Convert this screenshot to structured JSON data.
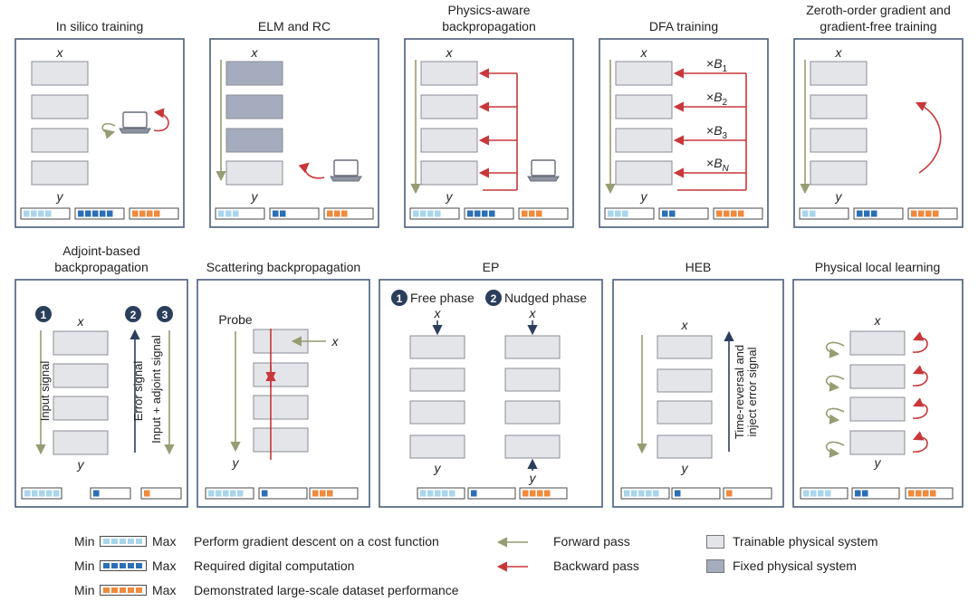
{
  "colors": {
    "panel_border": "#4a5d7a",
    "trainable": "#e4e5e9",
    "fixed": "#a4acbd",
    "forward": "#979c72",
    "backward": "#c8373a",
    "blue_light": "#a9d6ec",
    "blue_mid": "#2c6fb6",
    "orange": "#f08a3c",
    "circle": "#2b3e5c"
  },
  "panels": [
    {
      "id": "in-silico",
      "title": [
        "In silico training"
      ],
      "x_label": "x",
      "y_label": "y",
      "ratings": {
        "gradient": 4,
        "digital": 5,
        "large_scale": 4
      }
    },
    {
      "id": "elm-rc",
      "title": [
        "ELM and RC"
      ],
      "x_label": "x",
      "y_label": "y",
      "ratings": {
        "gradient": 3,
        "digital": 2,
        "large_scale": 3
      }
    },
    {
      "id": "physics-aware",
      "title": [
        "Physics-aware",
        "backpropagation"
      ],
      "x_label": "x",
      "y_label": "y",
      "ratings": {
        "gradient": 4,
        "digital": 4,
        "large_scale": 3
      }
    },
    {
      "id": "dfa",
      "title": [
        "DFA training"
      ],
      "x_label": "x",
      "y_label": "y",
      "feedback_labels": [
        "×B1",
        "×B2",
        "×B3",
        "×BN"
      ],
      "ratings": {
        "gradient": 3,
        "digital": 2,
        "large_scale": 4
      }
    },
    {
      "id": "zeroth-order",
      "title": [
        "Zeroth-order gradient and",
        "gradient-free training"
      ],
      "x_label": "x",
      "y_label": "y",
      "ratings": {
        "gradient": 2,
        "digital": 3,
        "large_scale": 4
      }
    },
    {
      "id": "adjoint",
      "title": [
        "Adjoint-based",
        "backpropagation"
      ],
      "x_label": "x",
      "y_label": "y",
      "step_numbers": [
        "1",
        "2",
        "3"
      ],
      "signal_labels": [
        "Input signal",
        "Error signal",
        "Input + adjoint signal"
      ],
      "ratings": {
        "gradient": 5,
        "digital": 1,
        "large_scale": 1
      }
    },
    {
      "id": "scattering",
      "title": [
        "Scattering backpropagation"
      ],
      "x_label": "x",
      "y_label": "y",
      "probe_label": "Probe",
      "ratings": {
        "gradient": 5,
        "digital": 1,
        "large_scale": 3
      }
    },
    {
      "id": "ep",
      "title": [
        "EP"
      ],
      "x_label": "x",
      "y_label": "y",
      "phases": [
        {
          "num": "1",
          "label": "Free phase"
        },
        {
          "num": "2",
          "label": "Nudged phase"
        }
      ],
      "ratings": {
        "gradient": 5,
        "digital": 1,
        "large_scale": 4
      }
    },
    {
      "id": "heb",
      "title": [
        "HEB"
      ],
      "x_label": "x",
      "y_label": "y",
      "signal_label": [
        "Time-reversal and",
        "inject error signal"
      ],
      "ratings": {
        "gradient": 5,
        "digital": 1,
        "large_scale": 1
      }
    },
    {
      "id": "physical-local",
      "title": [
        "Physical local learning"
      ],
      "x_label": "x",
      "y_label": "y",
      "ratings": {
        "gradient": 4,
        "digital": 2,
        "large_scale": 4
      }
    }
  ],
  "legend": {
    "min_label": "Min",
    "max_label": "Max",
    "bars": [
      {
        "color": "blue_light",
        "text": "Perform gradient descent on a cost function"
      },
      {
        "color": "blue_mid",
        "text": "Required digital computation"
      },
      {
        "color": "orange",
        "text": "Demonstrated large-scale dataset performance"
      }
    ],
    "forward_pass": "Forward pass",
    "backward_pass": "Backward pass",
    "trainable": "Trainable physical system",
    "fixed": "Fixed physical system"
  }
}
